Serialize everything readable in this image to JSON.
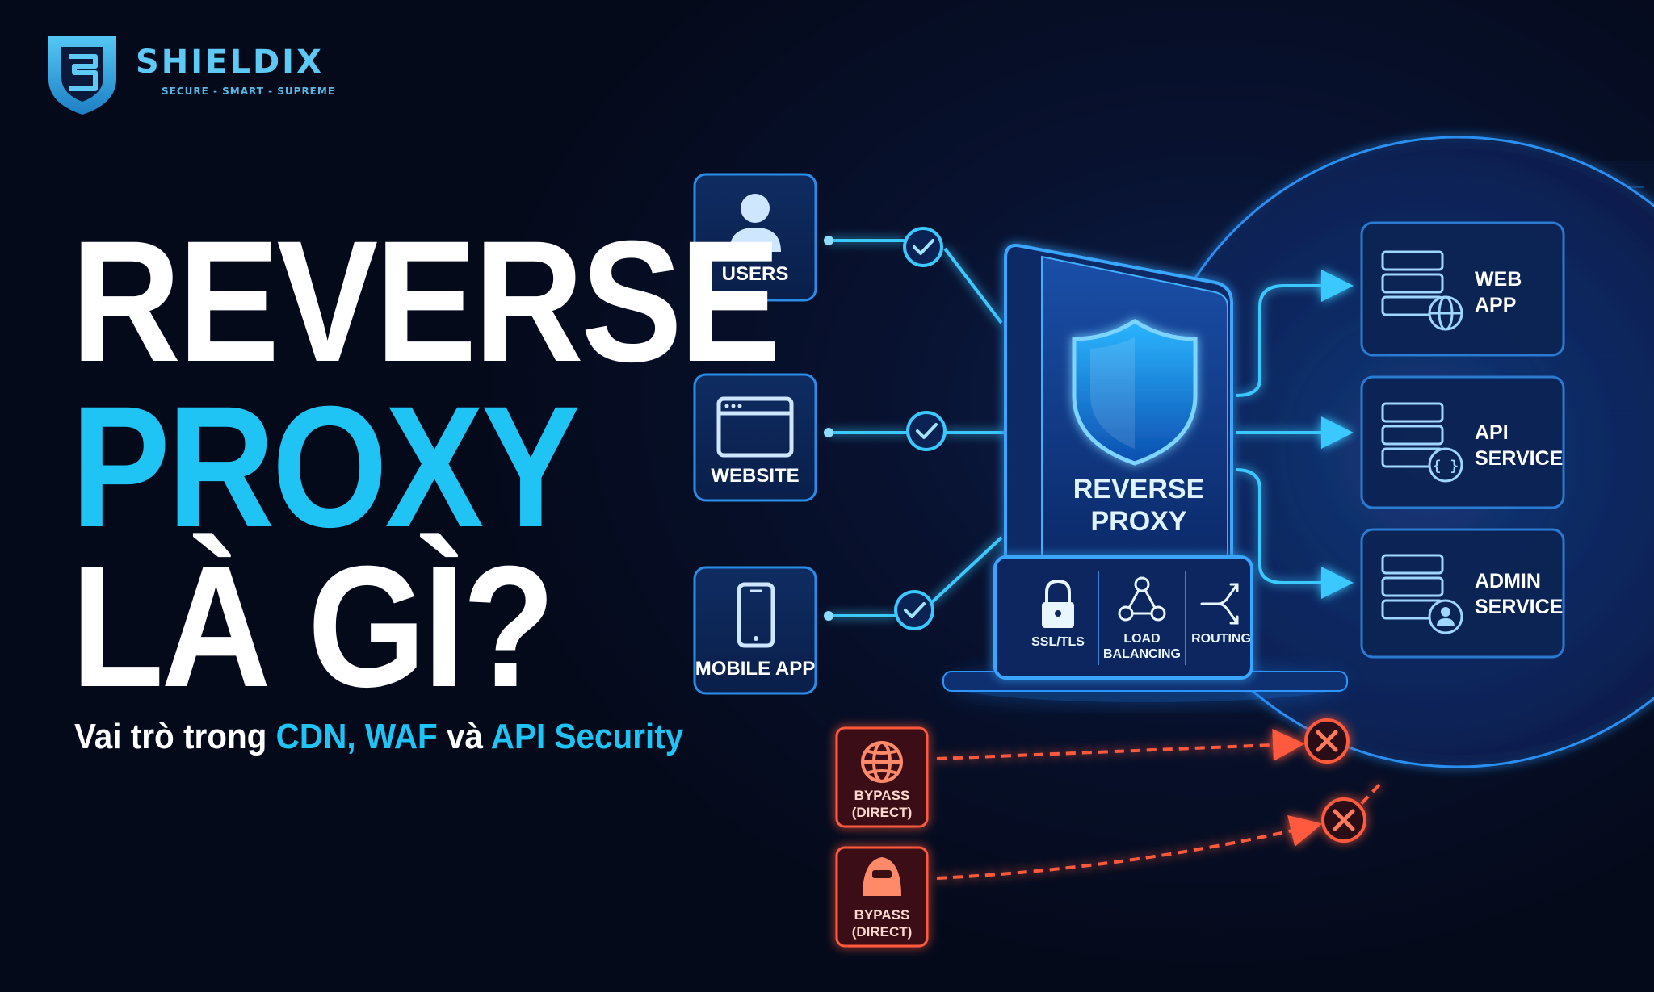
{
  "brand": {
    "name": "SHIELDIX",
    "tagline": "SECURE - SMART - SUPREME"
  },
  "title": {
    "line1": "REVERSE",
    "line2": "PROXY",
    "line3": "LÀ GÌ?"
  },
  "subtitle": {
    "prefix": "Vai trò trong ",
    "cdn_waf": "CDN, WAF",
    "mid": " và ",
    "api_security": "API Security"
  },
  "sources": [
    {
      "label": "USERS",
      "icon": "user-icon"
    },
    {
      "label": "WEBSITE",
      "icon": "browser-window-icon"
    },
    {
      "label": "MOBILE APP",
      "icon": "smartphone-icon"
    }
  ],
  "proxy": {
    "line1": "REVERSE",
    "line2": "PROXY",
    "icon": "shield-icon",
    "features": [
      {
        "label": "SSL/TLS",
        "icon": "lock-icon"
      },
      {
        "label_line1": "LOAD",
        "label_line2": "BALANCING",
        "icon": "network-nodes-icon"
      },
      {
        "label": "ROUTING",
        "icon": "split-arrow-icon"
      }
    ]
  },
  "servers": [
    {
      "line1": "WEB",
      "line2": "APP",
      "icon": "globe-icon"
    },
    {
      "line1": "API",
      "line2": "SERVICE",
      "icon": "braces-icon"
    },
    {
      "line1": "ADMIN",
      "line2": "SERVICE",
      "icon": "admin-user-icon"
    }
  ],
  "bypass": [
    {
      "line1": "BYPASS",
      "line2": "(DIRECT)",
      "icon": "globe-icon"
    },
    {
      "line1": "BYPASS",
      "line2": "(DIRECT)",
      "icon": "hacker-icon"
    }
  ],
  "colors": {
    "accent": "#1fc4f5",
    "allowed": "#3ac8ff",
    "blocked": "#ff5a3c",
    "background": "#060b1d"
  }
}
